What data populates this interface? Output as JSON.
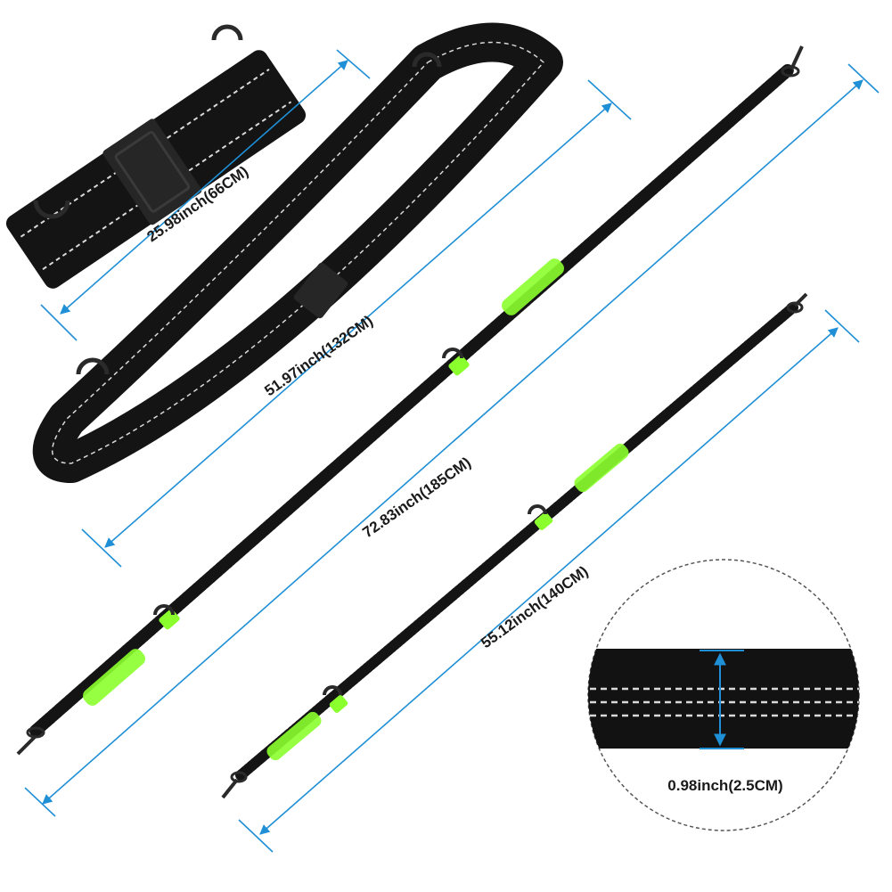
{
  "colors": {
    "dimension_arrow": "#1f8fd6",
    "strap": "#141414",
    "reflective_stitch": "#d9d9d9",
    "handle_green": "#8bff2e",
    "hardware": "#2a2a2a"
  },
  "measurements": {
    "waist_belt": "25.98inch(66CM)",
    "shoulder_strap": "51.97inch(132CM)",
    "long_leash": "72.83inch(185CM)",
    "short_leash": "55.12inch(140CM)",
    "strap_width": "0.98inch(2.5CM)"
  }
}
